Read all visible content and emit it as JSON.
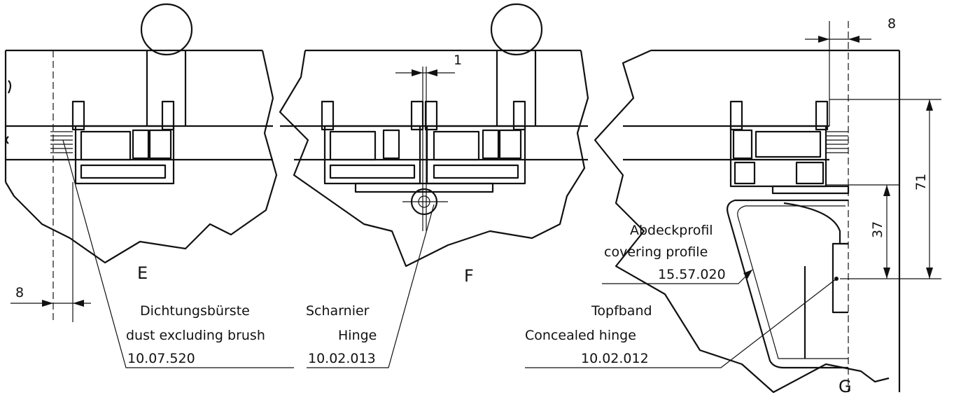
{
  "details": {
    "e": {
      "letter": "E",
      "dim_left": "8"
    },
    "f": {
      "letter": "F",
      "dim_gap": "1"
    },
    "g": {
      "letter": "G",
      "dim_top": "8",
      "dim_37": "37",
      "dim_71": "71"
    }
  },
  "callouts": {
    "brush": {
      "de": "Dichtungsbürste",
      "en": "dust excluding brush",
      "code": "10.07.520"
    },
    "hinge": {
      "de": "Scharnier",
      "en": "Hinge",
      "code": "10.02.013"
    },
    "concealed_hinge": {
      "de": "Topfband",
      "en": "Concealed hinge",
      "code": "10.02.012"
    },
    "covering_profile": {
      "de": "Abdeckprofil",
      "en": "covering profile",
      "code": "15.57.020"
    }
  }
}
